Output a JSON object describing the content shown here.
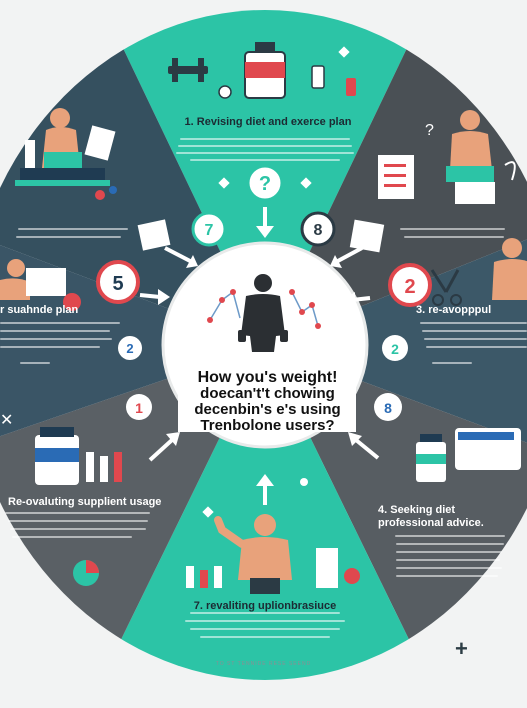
{
  "center": {
    "line1": "How you's weight!",
    "line2": "doecan't't chowing",
    "line3": "decenbin's e's using",
    "line4": "Trenbolone users?"
  },
  "segments": {
    "top": {
      "title": "1. Revising diet and exerce plan"
    },
    "right_upper": {
      "title": ""
    },
    "right": {
      "title": "3. re-avopppul"
    },
    "right_lower": {
      "title": "4. Seeking diet professional advice."
    },
    "bottom": {
      "title": "7. revaliting uplionbrasiuce"
    },
    "left_lower": {
      "title": "Re-ovaluting supplient usage"
    },
    "left": {
      "title": "r suahnde plan"
    }
  },
  "badges": {
    "seven": "7",
    "eight_top": "8",
    "five": "5",
    "two_right": "2",
    "two_left": "2",
    "two_right_small": "2",
    "one": "1",
    "eight_right": "8",
    "question": "?",
    "question_small": "?"
  },
  "footer": {
    "note": "TO ST TENNIDE RESE SEEND"
  },
  "colors": {
    "teal": "#2cc4a6",
    "teal_dark": "#25b096",
    "slate": "#3a5566",
    "slate_dark": "#2f4654",
    "gray_dark": "#4a4f54",
    "gray_mid": "#5b6166",
    "red": "#e0484e",
    "navy": "#1f3b52",
    "blue": "#2a6bb5"
  }
}
